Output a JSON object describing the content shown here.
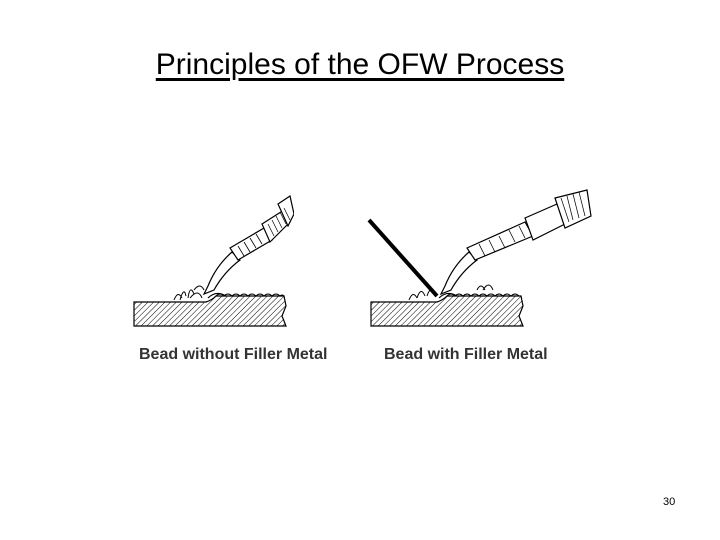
{
  "slide": {
    "title": "Principles of the OFW Process",
    "page_number": "30"
  },
  "figures": {
    "left": {
      "caption": "Bead without Filler Metal",
      "icon": "torch-weld-no-filler-illustration"
    },
    "right": {
      "caption": "Bead with Filler Metal",
      "icon": "torch-weld-with-filler-rod-illustration"
    }
  }
}
